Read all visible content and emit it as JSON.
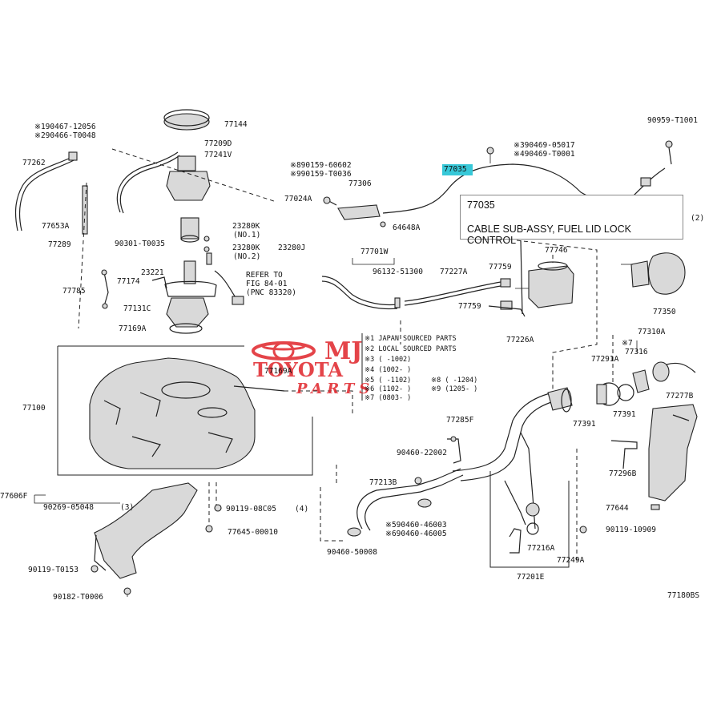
{
  "highlight": {
    "code": "77035",
    "color": "#37c8d8"
  },
  "tooltip": {
    "code": "77035",
    "name": "CABLE SUB-ASSY, FUEL LID LOCK CONTROL"
  },
  "watermark": {
    "brand": "TOYOTA",
    "sub": "PARTS",
    "logo": "toyota-logo",
    "color": "#e0242a"
  },
  "notes": {
    "n1": "※1 JAPAN SOURCED PARTS",
    "n2": "※2 LOCAL SOURCED PARTS",
    "n3": "※3 (  -1002)",
    "n4": "※4 (1002-  )",
    "n5": "※5 (  -1102)",
    "n6": "※6 (1102-  )",
    "n7": "※7 (0803-  )",
    "n8": "※8 (  -1204)",
    "n9": "※9 (1205-  )"
  },
  "labels": {
    "a01": "※190467-12056",
    "a02": "※290466-T0048",
    "a03": "77262",
    "a04": "77144",
    "a05": "77209D",
    "a06": "77241V",
    "a07": "77024A",
    "a08": "77653A",
    "a09": "77289",
    "a10": "90301-T0035",
    "a11": "23280K",
    "a12": "(NO.1)",
    "a13": "23280K",
    "a14": "(NO.2)",
    "a15": "23280J",
    "a16": "23221",
    "a17": "77174",
    "a18": "77785",
    "a19": "REFER TO",
    "a20": "FIG 84-01",
    "a21": "(PNC 83320)",
    "a22": "77131C",
    "a23": "77169A",
    "a24": "77100",
    "a25": "77169A",
    "a26": "77606F",
    "a27": "90269-05048",
    "a28": "(3)",
    "a29": "90119-08C05",
    "a30": "(4)",
    "a31": "77645-00010",
    "a32": "90119-T0153",
    "a33": "90182-T0006",
    "b01": "※890159-60602",
    "b02": "※990159-T0036",
    "b03": "77306",
    "b04": "64648A",
    "b05": "※390469-05017",
    "b06": "※490469-T0001",
    "b08": "90959-T1001",
    "b09": "(2)",
    "b10": "77701W",
    "b11": "96132-51300",
    "b12": "77227A",
    "b13": "77759",
    "b14": "77746",
    "b15": "77759",
    "b16": "77226A",
    "b17": "77350",
    "b18": "77310A",
    "b19": "※7",
    "b20": "77316",
    "b21": "77291A",
    "b22": "77277B",
    "b23": "77391",
    "b24": "77391",
    "b25": "77285F",
    "b26": "90460-22002",
    "b27": "77296B",
    "b28": "77213B",
    "b29": "77644",
    "b30": "※590460-46003",
    "b31": "※690460-46005",
    "b32": "90119-10909",
    "b33": "77216A",
    "b34": "90460-50008",
    "b35": "77249A",
    "b36": "77201E",
    "b37": "77180BS"
  }
}
